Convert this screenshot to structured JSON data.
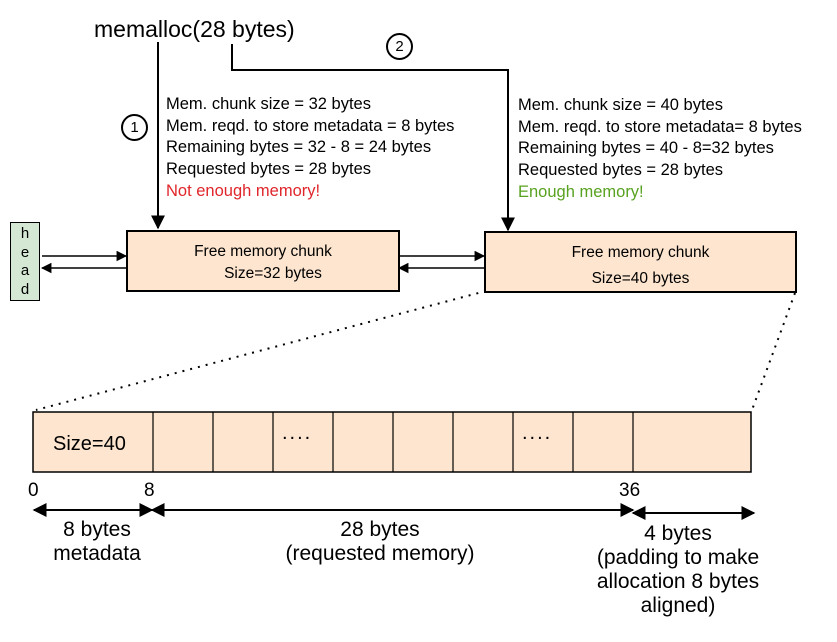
{
  "call": {
    "label": "memalloc(28 bytes)"
  },
  "steps": {
    "one": "1",
    "two": "2"
  },
  "head": {
    "letters": [
      "h",
      "e",
      "a",
      "d"
    ]
  },
  "chunk1": {
    "title": "Free memory chunk",
    "size_label": "Size=32 bytes",
    "info": [
      "Mem. chunk size = 32 bytes",
      "Mem. reqd. to store metadata = 8 bytes",
      "Remaining bytes = 32 - 8 = 24 bytes",
      "Requested bytes = 28 bytes"
    ],
    "verdict": "Not enough memory!"
  },
  "chunk2": {
    "title": "Free memory chunk",
    "size_label": "Size=40 bytes",
    "info": [
      "Mem. chunk size = 40 bytes",
      "Mem. reqd. to store metadata= 8 bytes",
      "Remaining bytes = 40 - 8=32 bytes",
      "Requested bytes = 28 bytes"
    ],
    "verdict": "Enough memory!"
  },
  "memory_layout": {
    "header_cell": "Size=40",
    "ellipsis": "....",
    "offsets": [
      "0",
      "8",
      "36"
    ],
    "spans": {
      "metadata": [
        "8 bytes",
        "metadata"
      ],
      "requested": [
        "28 bytes",
        "(requested memory)"
      ],
      "padding": [
        "4 bytes",
        "(padding to make",
        "allocation 8 bytes",
        "aligned)"
      ]
    }
  },
  "colors": {
    "chunk_fill": "#fde5cf",
    "head_fill": "#d5e8d4",
    "error_text": "#e0262b",
    "ok_text": "#58a21f"
  }
}
